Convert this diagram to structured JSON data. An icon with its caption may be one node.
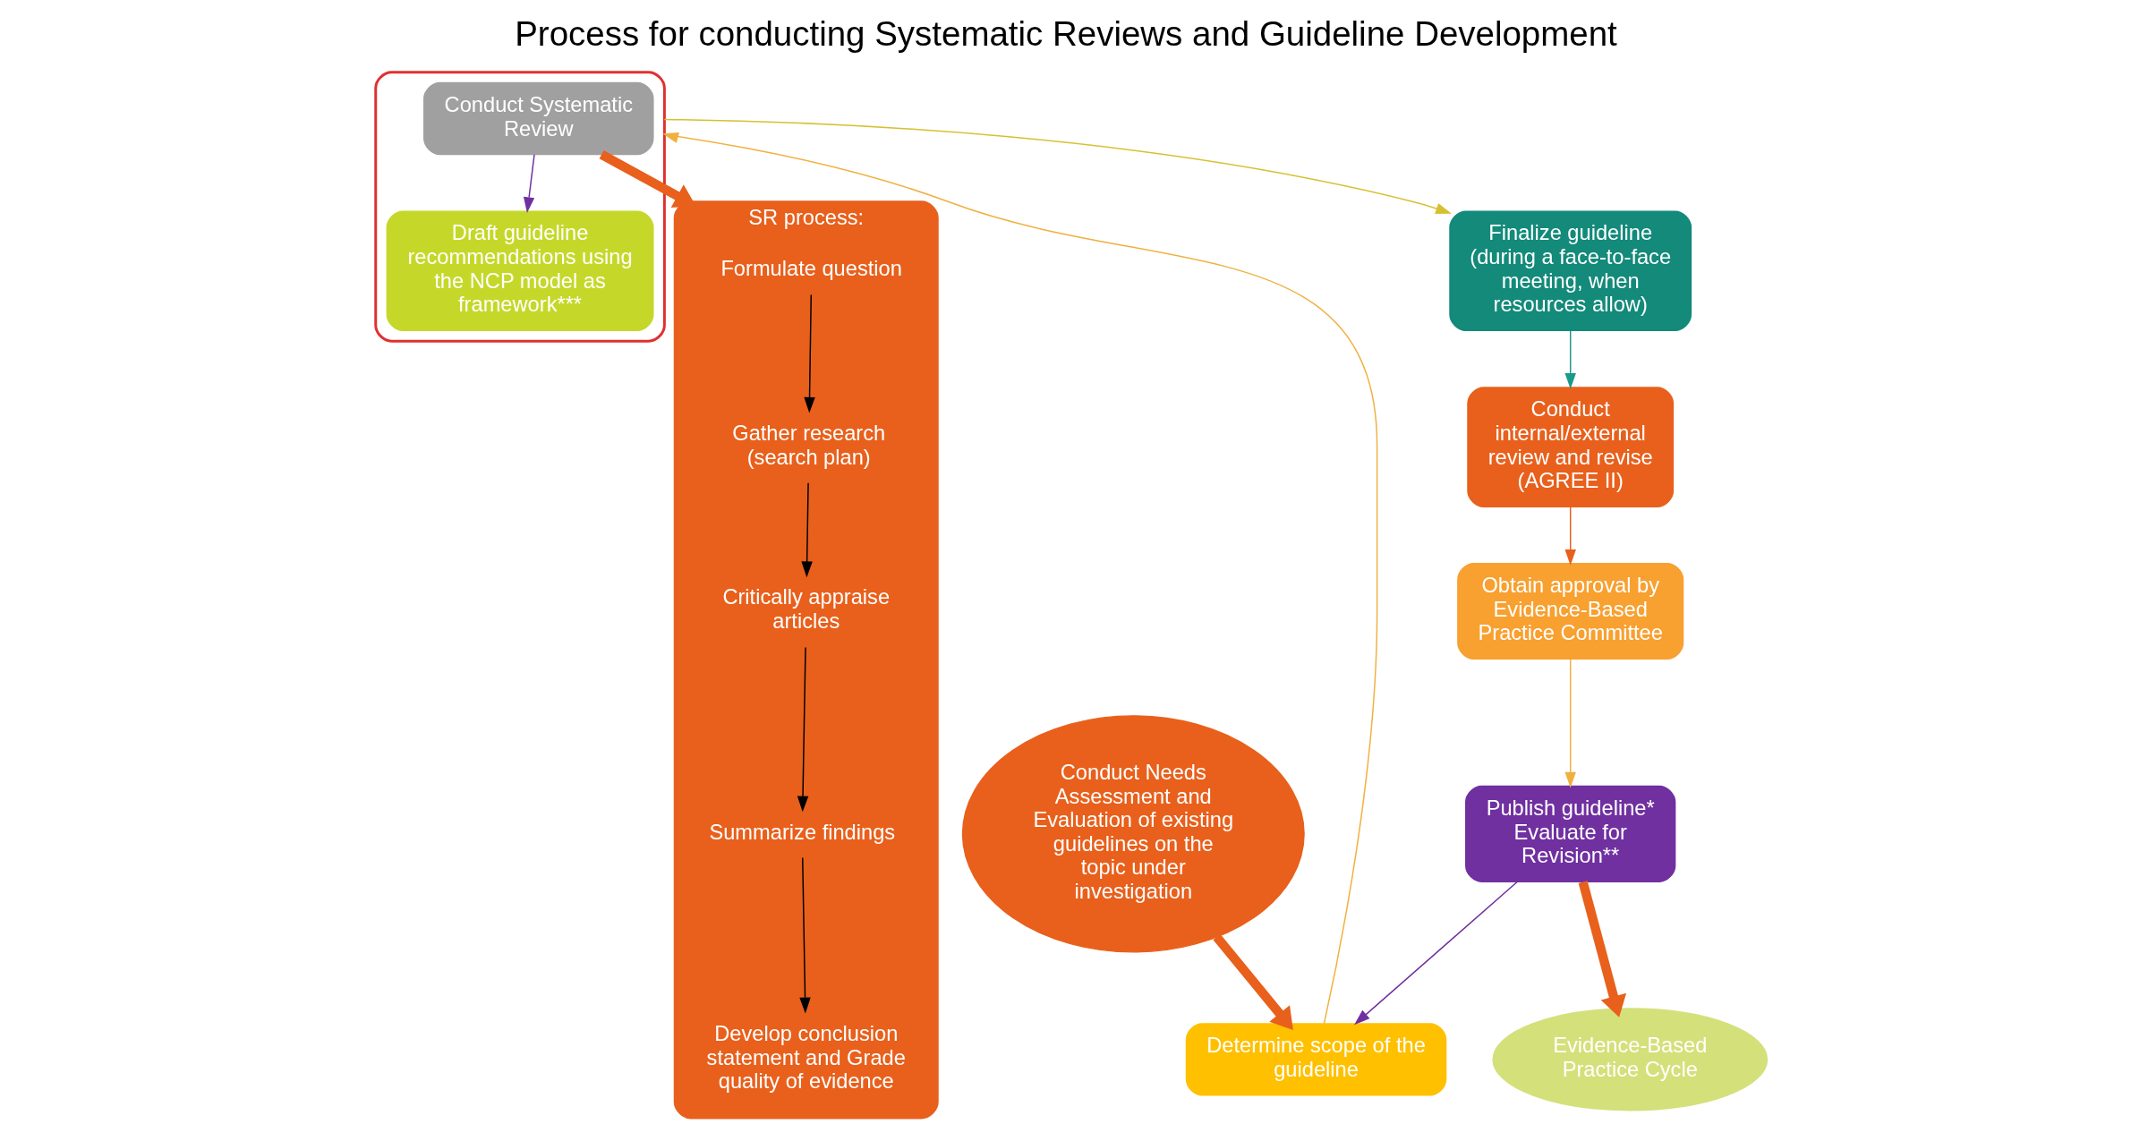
{
  "diagram": {
    "title": "Process for conducting Systematic Reviews and Guideline Development",
    "nodes": [
      {
        "text": [
          "Conduct Needs Assessment and Evaluation of existing guidelines on the topic under investigation"
        ]
      },
      {
        "text": [
          "Determine scope of the guideline"
        ]
      },
      {
        "text": [],
        "shape": "box"
      },
      {
        "text": [
          "Conduct Systematic Review"
        ],
        "in": 2
      },
      {
        "text": [
          "Draft guideline recommendations using the NCP model as framework***"
        ],
        "in": 2
      },
      {
        "text": [
          "SR process:"
        ]
      },
      {
        "text": [
          "Formulate question"
        ],
        "in": 5
      },
      {
        "text": [
          "Gather research (search plan)"
        ],
        "in": 5
      },
      {
        "text": [
          "Critically appraise articles"
        ],
        "in": 5
      },
      {
        "text": [
          "Summarize findings"
        ],
        "in": 5
      },
      {
        "text": [
          "Develop conclusion statement and Grade quality of evidence"
        ],
        "in": 5
      },
      {
        "text": [
          "Finalize guideline (during a face-to-face meeting, when resources allow)"
        ]
      },
      {
        "text": [
          "Conduct internal/external review and revise",
          "(AGREE II)"
        ]
      },
      {
        "text": [
          "Obtain approval by Evidence-Based Practice Committee"
        ]
      },
      {
        "text": [
          "Publish guideline*",
          "Evaluate for Revision**"
        ]
      },
      {
        "text": [
          "Evidence-Based Practice Cycle"
        ]
      }
    ],
    "edges": [
      {
        "from": 0,
        "to": 1,
        "arrow": "to",
        "style": "thick",
        "color": "#e8601c"
      },
      {
        "from": 14,
        "to": 1,
        "arrow": "to",
        "color": "#7030a0"
      },
      {
        "from": 1,
        "to": 2,
        "arrow": "to",
        "color": "#f0b040"
      },
      {
        "from": 3,
        "to": 5,
        "arrow": "to",
        "style": "thick",
        "color": "#e8601c"
      },
      {
        "from": 3,
        "to": 4,
        "arrow": "to",
        "color": "#7030a0"
      },
      {
        "from": 2,
        "to": 11,
        "arrow": "to",
        "color": "#d6c030"
      },
      {
        "from": 11,
        "to": 12,
        "arrow": "to",
        "color": "#1a9a8a"
      },
      {
        "from": 12,
        "to": 13,
        "arrow": "to",
        "color": "#e8601c"
      },
      {
        "from": 13,
        "to": 14,
        "arrow": "to",
        "color": "#f0b040"
      },
      {
        "from": 14,
        "to": 15,
        "arrow": "to",
        "style": "thick",
        "color": "#e8601c"
      },
      {
        "from": 6,
        "to": 7,
        "arrow": "to",
        "color": "#000000"
      },
      {
        "from": 7,
        "to": 8,
        "arrow": "to",
        "color": "#000000"
      },
      {
        "from": 8,
        "to": 9,
        "arrow": "to",
        "color": "#000000"
      },
      {
        "from": 9,
        "to": 10,
        "arrow": "to",
        "color": "#000000"
      }
    ]
  }
}
